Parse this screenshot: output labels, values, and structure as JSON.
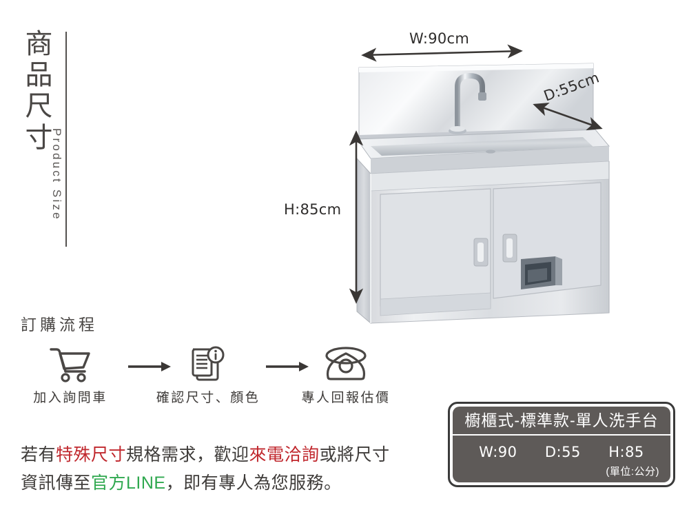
{
  "header": {
    "title_chars": [
      "商",
      "品",
      "尺",
      "寸"
    ],
    "subtitle": "Product Size"
  },
  "dimensions": {
    "width_label": "W:90cm",
    "depth_label": "D:55cm",
    "height_label": "H:85cm"
  },
  "product_image": {
    "alt": "不鏽鋼櫥櫃式單人洗手台"
  },
  "order_flow": {
    "title": "訂購流程",
    "steps": [
      {
        "icon": "shopping-cart-icon",
        "label": "加入詢問車"
      },
      {
        "icon": "document-info-icon",
        "label": "確認尺寸、顏色"
      },
      {
        "icon": "telephone-icon",
        "label": "專人回報估價"
      }
    ],
    "connector_icon": "arrow-right-icon"
  },
  "note": {
    "line1": [
      {
        "text": "若有",
        "style": "normal"
      },
      {
        "text": "特殊尺寸",
        "style": "red"
      },
      {
        "text": "規格需求，歡迎",
        "style": "normal"
      },
      {
        "text": "來電洽詢",
        "style": "red"
      },
      {
        "text": "或將尺寸",
        "style": "normal"
      }
    ],
    "line2": [
      {
        "text": "資訊傳至",
        "style": "normal"
      },
      {
        "text": "官方LINE",
        "style": "green"
      },
      {
        "text": "，即有專人為您服務。",
        "style": "normal"
      }
    ]
  },
  "spec_plate": {
    "title": "櫥櫃式-標準款-單人洗手台",
    "values": [
      "W:90",
      "D:55",
      "H:85"
    ],
    "unit_note": "(單位:公分)"
  },
  "colors": {
    "text_dark": "#3f3c3a",
    "accent_red": "#c0272d",
    "accent_green": "#2fa84f",
    "plate_fill": "#5e5a58",
    "plate_border": "#3a3a3a",
    "arrow": "#3a3735"
  }
}
